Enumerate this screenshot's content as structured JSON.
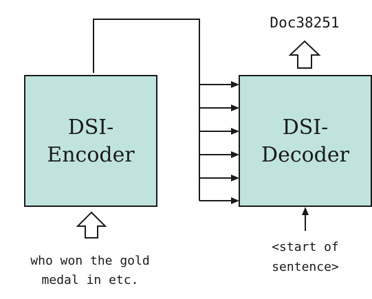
{
  "encoder": {
    "line1": "DSI-",
    "line2": "Encoder"
  },
  "decoder": {
    "line1": "DSI-",
    "line2": "Decoder"
  },
  "output_doc_id": "Doc38251",
  "query_text": {
    "line1": "who won the gold",
    "line2": "medal in etc."
  },
  "decoder_input": {
    "line1": "<start of",
    "line2": "sentence>"
  }
}
